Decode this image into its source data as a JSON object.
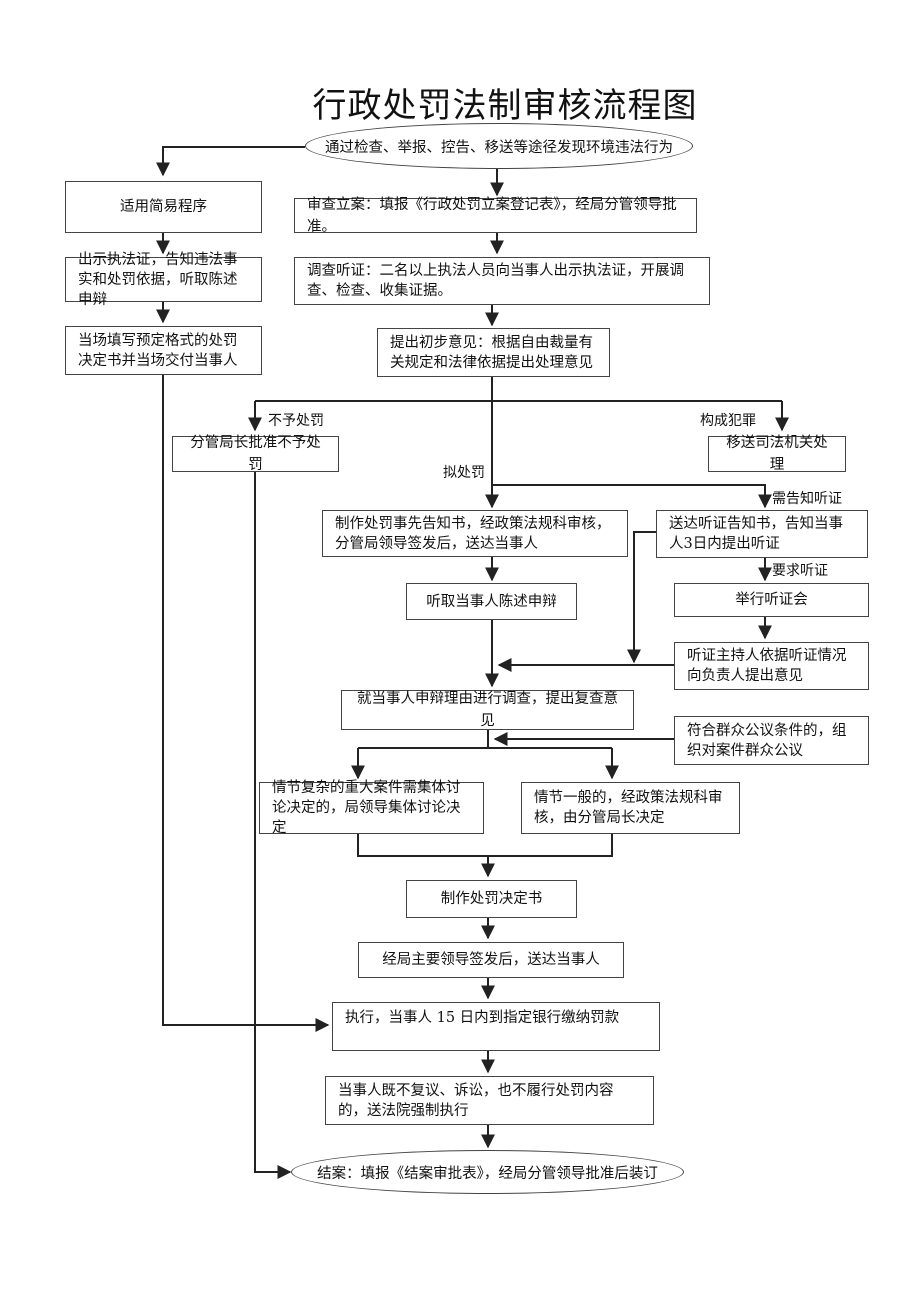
{
  "title": "行政处罚法制审核流程图",
  "nodes": {
    "start": "通过检查、举报、控告、移送等途径发现环境违法行为",
    "simple": "适用简易程序",
    "show_cert_simple": "出示执法证，告知违法事实和处罚依据，听取陈述申辩",
    "fill_decision": "当场填写预定格式的处罚决定书并当场交付当事人",
    "register": "审查立案：填报《行政处罚立案登记表》，经局分管领导批准。",
    "investigate": "调查听证：二名以上执法人员向当事人出示执法证，开展调查、检查、收集证据。",
    "initial_opinion": "提出初步意见：根据自由裁量有关规定和法律依据提出处理意见",
    "no_penalty": "分管局长批准不予处罚",
    "transfer": "移送司法机关处理",
    "notice": "制作处罚事先告知书，经政策法规科审核，分管局领导签发后，送达当事人",
    "hearing_notice": "送达听证告知书，告知当事人3日内提出听证",
    "hold_hearing": "举行听证会",
    "listen": "听取当事人陈述申辩",
    "hearing_host": "听证主持人依据听证情况向负责人提出意见",
    "reinvestigate": "就当事人申辩理由进行调查，提出复查意见",
    "public_review": "符合群众公议条件的，组织对案件群众公议",
    "complex": "情节复杂的重大案件需集体讨论决定的，局领导集体讨论决定",
    "general": "情节一般的，经政策法规科审核，由分管局长决定",
    "make_decision": "制作处罚决定书",
    "sign": "经局主要领导签发后，送达当事人",
    "execute": "执行，当事人 15 日内到指定银行缴纳罚款",
    "enforce": "当事人既不复议、诉讼，也不履行处罚内容的，送法院强制执行",
    "close": "结案：填报《结案审批表》，经局分管领导批准后装订"
  },
  "labels": {
    "no_penalty": "不予处罚",
    "crime": "构成犯罪",
    "intend": "拟处罚",
    "need_hearing": "需告知听证",
    "request_hearing": "要求听证"
  }
}
